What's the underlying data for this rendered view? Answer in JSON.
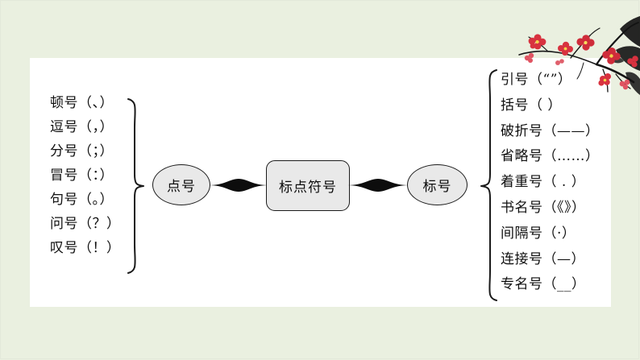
{
  "page": {
    "background_color": "#eaf0e0",
    "card_color": "#ffffff",
    "node_fill": "#e9e9e9",
    "node_stroke": "#1c1c1c",
    "text_color": "#101010"
  },
  "diagram": {
    "center_label": "标点符号",
    "left_node_label": "点号",
    "right_node_label": "标号"
  },
  "left_list": {
    "items": [
      {
        "text": "顿号（、）"
      },
      {
        "text": "逗号（，）"
      },
      {
        "text": "分号（；）"
      },
      {
        "text": "冒号（：）"
      },
      {
        "text": "句号（。）"
      },
      {
        "text": "问号（？）"
      },
      {
        "text": "叹号（！）"
      }
    ]
  },
  "right_list": {
    "items": [
      {
        "text": "引号（“”）"
      },
      {
        "text": "括号（    ）"
      },
      {
        "text": "破折号（——）"
      },
      {
        "text": "省略号（……）"
      },
      {
        "text": "着重号（ . ）"
      },
      {
        "text": "书名号（《》）"
      },
      {
        "text": "间隔号（·）"
      },
      {
        "text": "连接号（—）"
      },
      {
        "text": "专名号（__）"
      }
    ]
  },
  "decoration": {
    "plum_blossom": "plum-blossom-branch",
    "blossom_color": "#d8323f",
    "blossom_light": "#e8707c",
    "branch_color": "#1a1a1a"
  }
}
